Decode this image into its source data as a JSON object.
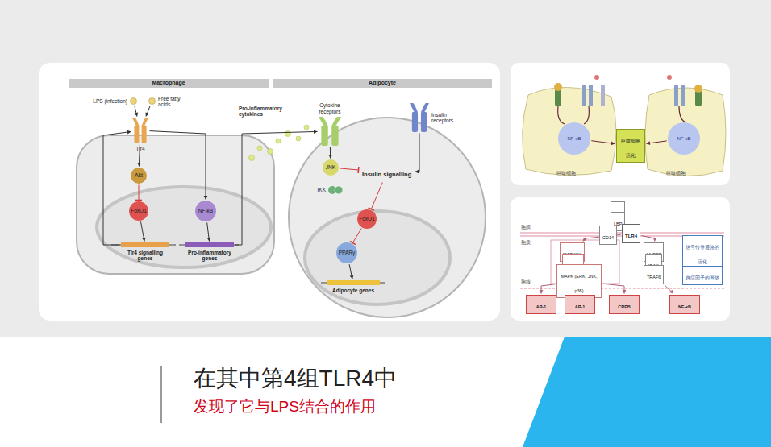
{
  "diagram": {
    "nodes": [
      {
        "text": [
          "Macrophage"
        ]
      },
      {
        "text": [
          "Adipocyte"
        ]
      },
      {
        "text": [
          "LPS (infection)"
        ]
      },
      {
        "text": [
          "Free fatty acids"
        ]
      },
      {
        "text": [
          "Tlr4"
        ]
      },
      {
        "text": [
          "Akt"
        ]
      },
      {
        "text": [
          "FoxO1"
        ]
      },
      {
        "text": [
          "NF-κB"
        ]
      },
      {
        "text": [
          "Tlr4 signalling genes"
        ]
      },
      {
        "text": [
          "Pro-inflammatory genes"
        ]
      },
      {
        "text": [
          "Cytokine receptors"
        ]
      },
      {
        "text": [
          "Insulin receptors"
        ]
      },
      {
        "text": [
          "JNK"
        ]
      },
      {
        "text": [
          "IKK"
        ]
      },
      {
        "text": [
          "Insulin signalling"
        ]
      },
      {
        "text": [
          "FoxO1"
        ]
      },
      {
        "text": [
          "PPARγ"
        ]
      },
      {
        "text": [
          "Adipocyte genes"
        ]
      },
      {
        "text": [
          "NF-κB"
        ]
      },
      {
        "text": [
          "NF-κB"
        ]
      },
      {
        "text": [
          "巨噬细胞活化"
        ]
      },
      {
        "text": [
          "LPS"
        ]
      },
      {
        "text": [
          "LBP"
        ]
      },
      {
        "text": [
          "CD14"
        ]
      },
      {
        "text": [
          "TLR4"
        ]
      },
      {
        "text": [
          "MAPKKK"
        ]
      },
      {
        "text": [
          "MAPKK"
        ]
      },
      {
        "text": [
          "MAPK (ERK, JNK, p38)"
        ]
      },
      {
        "text": [
          "MyD88"
        ]
      },
      {
        "text": [
          "IRAK"
        ]
      },
      {
        "text": [
          "TRAF6"
        ]
      },
      {
        "text": [
          "AP-1"
        ]
      },
      {
        "text": [
          "AP-1"
        ]
      },
      {
        "text": [
          "CREB"
        ]
      },
      {
        "text": [
          "NF-κB"
        ]
      },
      {
        "text": [
          "信号传导通路的活化"
        ]
      },
      {
        "text": [
          "炎症因子的释放"
        ]
      }
    ],
    "edges": [
      {
        "from": 2,
        "to": 4,
        "arrow": "to"
      },
      {
        "from": 3,
        "to": 4,
        "arrow": "to"
      },
      {
        "from": 4,
        "to": 5,
        "arrow": "to"
      },
      {
        "from": 5,
        "to": 6,
        "arrow": "to"
      },
      {
        "from": 6,
        "to": 8,
        "arrow": "to"
      },
      {
        "from": 8,
        "to": 4,
        "arrow": "to"
      },
      {
        "from": 4,
        "to": 7,
        "arrow": "to"
      },
      {
        "from": 7,
        "to": 9,
        "arrow": "to"
      },
      {
        "from": 9,
        "to": 10,
        "arrow": "to"
      },
      {
        "from": 10,
        "to": 12,
        "arrow": "to"
      },
      {
        "from": 12,
        "to": 14,
        "arrow": "to"
      },
      {
        "from": 11,
        "to": 14,
        "arrow": "to"
      },
      {
        "from": 14,
        "to": 15,
        "arrow": "to"
      },
      {
        "from": 15,
        "to": 16,
        "arrow": "to"
      },
      {
        "from": 16,
        "to": 17,
        "arrow": "to"
      },
      {
        "from": 18,
        "to": 20,
        "arrow": "to"
      },
      {
        "from": 19,
        "to": 20,
        "arrow": "to"
      },
      {
        "from": 24,
        "to": 25,
        "arrow": "to"
      },
      {
        "from": 25,
        "to": 26,
        "arrow": "to"
      },
      {
        "from": 26,
        "to": 27,
        "arrow": "to"
      },
      {
        "from": 24,
        "to": 28,
        "arrow": "to"
      },
      {
        "from": 28,
        "to": 29,
        "arrow": "to"
      },
      {
        "from": 29,
        "to": 30,
        "arrow": "to"
      },
      {
        "from": 27,
        "to": 31,
        "arrow": "to"
      },
      {
        "from": 27,
        "to": 32,
        "arrow": "to"
      },
      {
        "from": 27,
        "to": 33,
        "arrow": "to"
      },
      {
        "from": 30,
        "to": 34,
        "arrow": "to"
      }
    ],
    "labels": [
      "Pro-inflammatory cytokines",
      "巨噬细胞",
      "巨噬细胞",
      "胞膜",
      "胞质",
      "胞核",
      "在其中第4组TLR4中",
      "发现了它与LPS结合的作用"
    ]
  }
}
